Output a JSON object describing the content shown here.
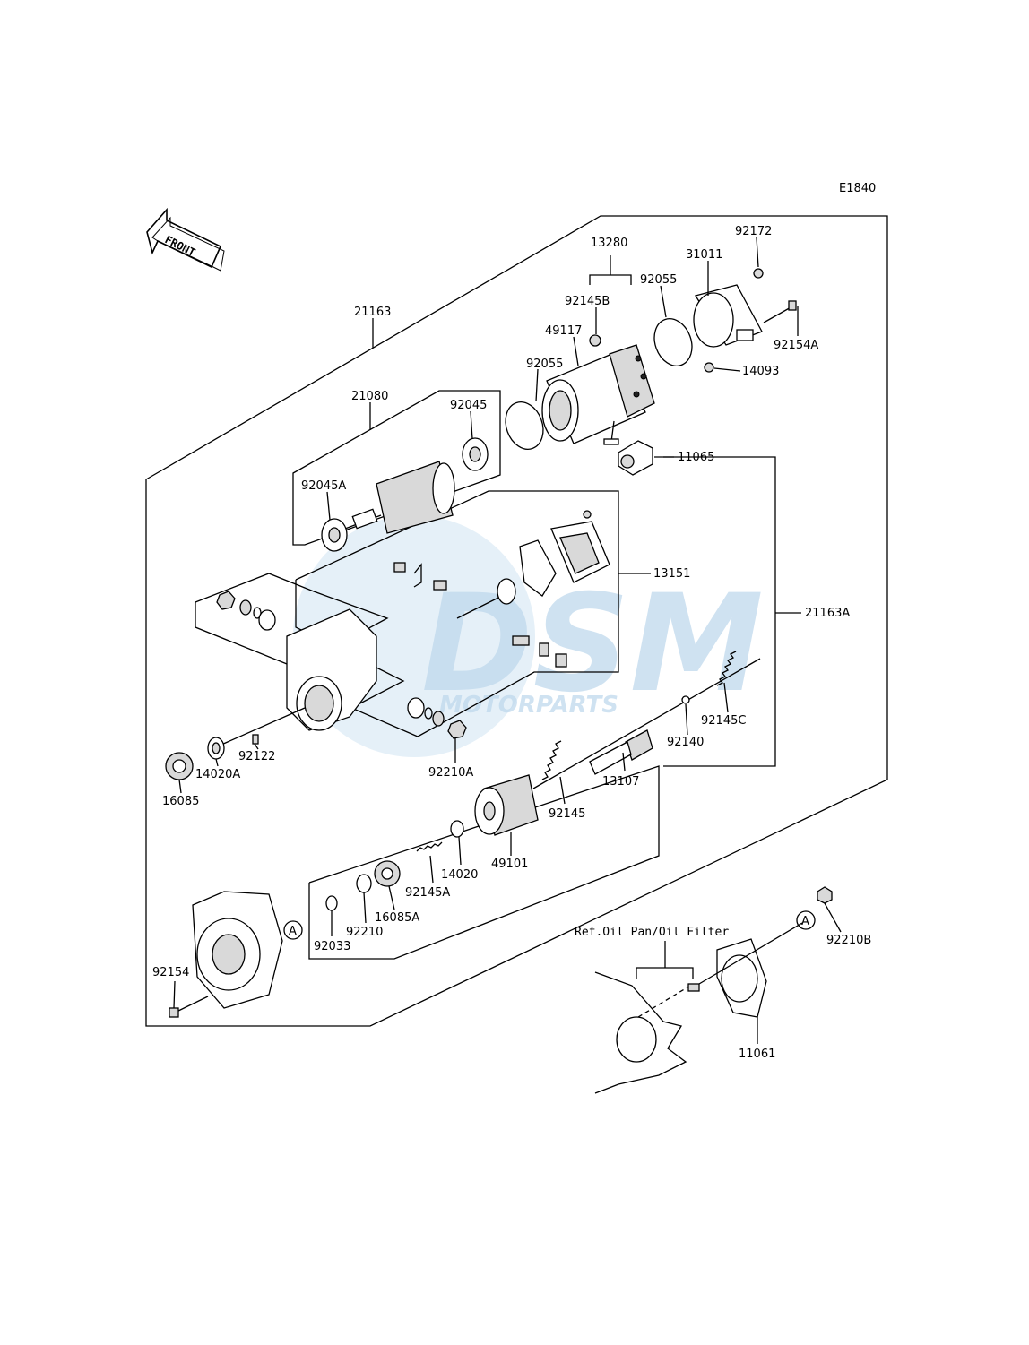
{
  "diagram_code": "E1840",
  "front_arrow_label": "FRONT",
  "ref_note": "Ref.Oil Pan/Oil Filter",
  "callout_letter": "A",
  "watermark": {
    "brand": "DSM",
    "sub": "MOTORPARTS"
  },
  "parts": {
    "p21163": "21163",
    "p21163A": "21163A",
    "p21080": "21080",
    "p92045": "92045",
    "p92045A": "92045A",
    "p13280": "13280",
    "p92145B": "92145B",
    "p49117": "49117",
    "p92055a": "92055",
    "p92055b": "92055",
    "p31011": "31011",
    "p92172": "92172",
    "p92154A": "92154A",
    "p14093": "14093",
    "p11065": "11065",
    "p13151": "13151",
    "p92145C": "92145C",
    "p92140": "92140",
    "p13107": "13107",
    "p92145": "92145",
    "p49101": "49101",
    "p14020": "14020",
    "p92145A": "92145A",
    "p16085A": "16085A",
    "p92210": "92210",
    "p92033": "92033",
    "p92210A": "92210A",
    "p92122": "92122",
    "p14020A": "14020A",
    "p16085": "16085",
    "p92154": "92154",
    "p92210B": "92210B",
    "p11061": "11061"
  }
}
